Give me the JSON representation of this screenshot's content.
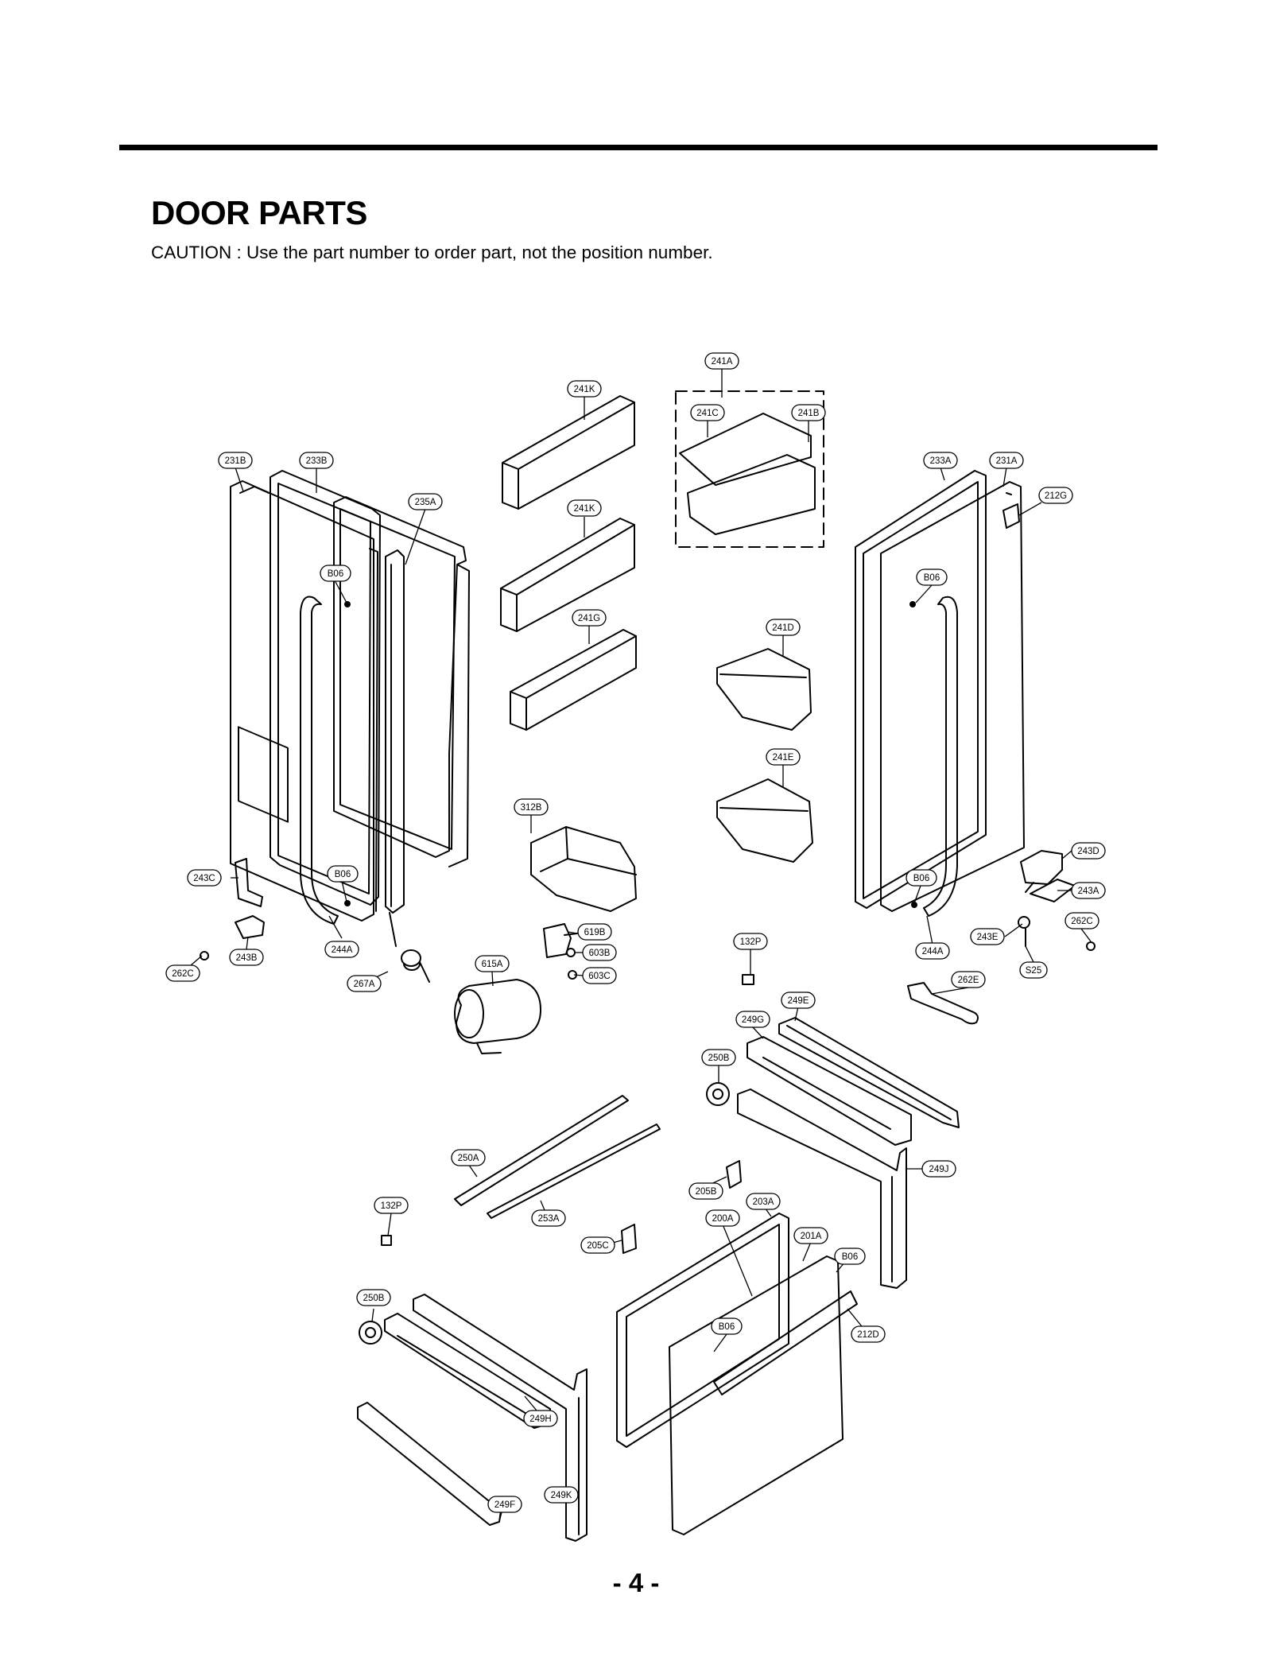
{
  "page": {
    "title": "DOOR PARTS",
    "caution": "CAUTION : Use the part number to order part, not the position number.",
    "page_number": "- 4 -"
  },
  "callouts": [
    {
      "id": "c-241A",
      "label": "241A"
    },
    {
      "id": "c-241K-top",
      "label": "241K"
    },
    {
      "id": "c-241C",
      "label": "241C"
    },
    {
      "id": "c-241B",
      "label": "241B"
    },
    {
      "id": "c-231B",
      "label": "231B"
    },
    {
      "id": "c-233B",
      "label": "233B"
    },
    {
      "id": "c-233A",
      "label": "233A"
    },
    {
      "id": "c-231A",
      "label": "231A"
    },
    {
      "id": "c-212G",
      "label": "212G"
    },
    {
      "id": "c-235A",
      "label": "235A"
    },
    {
      "id": "c-241K-mid",
      "label": "241K"
    },
    {
      "id": "c-B06-ul",
      "label": "B06"
    },
    {
      "id": "c-B06-ur",
      "label": "B06"
    },
    {
      "id": "c-241G",
      "label": "241G"
    },
    {
      "id": "c-241D",
      "label": "241D"
    },
    {
      "id": "c-241E",
      "label": "241E"
    },
    {
      "id": "c-312B",
      "label": "312B"
    },
    {
      "id": "c-243D",
      "label": "243D"
    },
    {
      "id": "c-243C",
      "label": "243C"
    },
    {
      "id": "c-B06-ll",
      "label": "B06"
    },
    {
      "id": "c-B06-lr",
      "label": "B06"
    },
    {
      "id": "c-243A",
      "label": "243A"
    },
    {
      "id": "c-262C-r",
      "label": "262C"
    },
    {
      "id": "c-619B",
      "label": "619B"
    },
    {
      "id": "c-132P-top",
      "label": "132P"
    },
    {
      "id": "c-243E",
      "label": "243E"
    },
    {
      "id": "c-244A-l",
      "label": "244A"
    },
    {
      "id": "c-243B",
      "label": "243B"
    },
    {
      "id": "c-603B",
      "label": "603B"
    },
    {
      "id": "c-244A-r",
      "label": "244A"
    },
    {
      "id": "c-S25",
      "label": "S25"
    },
    {
      "id": "c-262C-l",
      "label": "262C"
    },
    {
      "id": "c-615A",
      "label": "615A"
    },
    {
      "id": "c-603C",
      "label": "603C"
    },
    {
      "id": "c-267A",
      "label": "267A"
    },
    {
      "id": "c-262E",
      "label": "262E"
    },
    {
      "id": "c-249E",
      "label": "249E"
    },
    {
      "id": "c-249G",
      "label": "249G"
    },
    {
      "id": "c-250B-top",
      "label": "250B"
    },
    {
      "id": "c-250A",
      "label": "250A"
    },
    {
      "id": "c-249J",
      "label": "249J"
    },
    {
      "id": "c-205B",
      "label": "205B"
    },
    {
      "id": "c-203A",
      "label": "203A"
    },
    {
      "id": "c-132P-bot",
      "label": "132P"
    },
    {
      "id": "c-253A",
      "label": "253A"
    },
    {
      "id": "c-200A",
      "label": "200A"
    },
    {
      "id": "c-201A",
      "label": "201A"
    },
    {
      "id": "c-205C",
      "label": "205C"
    },
    {
      "id": "c-B06-drawer",
      "label": "B06"
    },
    {
      "id": "c-250B-bot",
      "label": "250B"
    },
    {
      "id": "c-B06-front",
      "label": "B06"
    },
    {
      "id": "c-212D",
      "label": "212D"
    },
    {
      "id": "c-249H",
      "label": "249H"
    },
    {
      "id": "c-249F",
      "label": "249F"
    },
    {
      "id": "c-249K",
      "label": "249K"
    }
  ]
}
